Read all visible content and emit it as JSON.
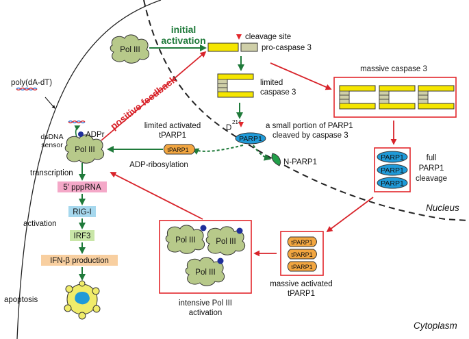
{
  "labels": {
    "pol3": "Pol III",
    "initial_activation_1": "initial",
    "initial_activation_2": "activation",
    "cleavage_site": "cleavage site",
    "pro_caspase": "pro-caspase 3",
    "limited_caspase_1": "limited",
    "limited_caspase_2": "caspase 3",
    "massive_caspase": "massive caspase 3",
    "poly_dadt": "poly(dA-dT)",
    "positive_feedback": "positive feedback",
    "adpr": "ADPr",
    "dsdna_1": "dsDNA",
    "dsdna_2": "sensor",
    "limited_tparp_1": "limited activated",
    "limited_tparp_2": "tPARP1",
    "d214": "D",
    "d214_sup": "214",
    "small_portion_1": "a small portion of PARP1",
    "small_portion_2": "cleaved by caspase 3",
    "parp1": "PARP1",
    "tparp1": "tPARP1",
    "n_parp1": "N-PARP1",
    "full_cleavage_1": "full",
    "full_cleavage_2": "PARP1",
    "full_cleavage_3": "cleavage",
    "adp_ribosylation": "ADP-ribosylation",
    "transcription": "transcription",
    "pppRNA": "5' pppRNA",
    "rigi": "RIG-I",
    "activation": "activation",
    "irf3": "IRF3",
    "ifnb": "IFN-β production",
    "apoptosis": "apoptosis",
    "nucleus": "Nucleus",
    "cytoplasm": "Cytoplasm",
    "intensive_1": "intensive Pol III",
    "intensive_2": "activation",
    "massive_tparp_1": "massive activated",
    "massive_tparp_2": "tPARP1"
  },
  "colors": {
    "green_arrow": "#1f7a3a",
    "red_arrow": "#d8232a",
    "pol3_fill": "#b7c98a",
    "caspase_yellow": "#f5e600",
    "caspase_gray": "#cfcfa8",
    "parp_blue": "#1f9ad8",
    "tparp_orange": "#f2a640",
    "nparp_green": "#22a04a",
    "rna_pink": "#f4a8c8",
    "rig_blue": "#a6d8ee",
    "irf3_green": "#c9e6a8",
    "ifnb_orange": "#f8cfa0",
    "box_red": "#e2262b"
  }
}
